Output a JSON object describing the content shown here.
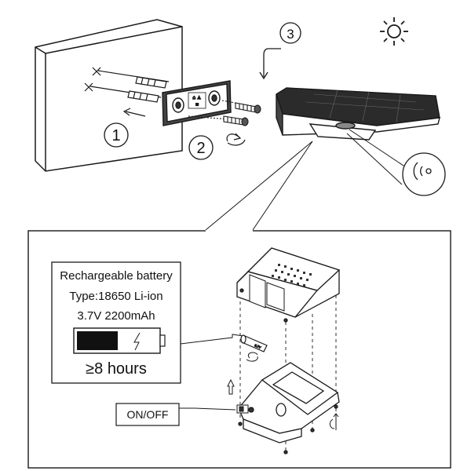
{
  "steps": {
    "step1": "1",
    "step2": "2",
    "step3": "3"
  },
  "battery_info": {
    "line1": "Rechargeable battery",
    "line2": "Type:18650 Li-ion",
    "line3": "3.7V 2200mAh",
    "runtime": "≥8 hours"
  },
  "switch_label": "ON/OFF",
  "battery_label_small": "3.7V 2200mAh",
  "colors": {
    "stroke": "#1a1a1a",
    "fill_dark": "#2b2b2b",
    "fill_light": "#ffffff",
    "fill_gray": "#d8d8d8"
  }
}
